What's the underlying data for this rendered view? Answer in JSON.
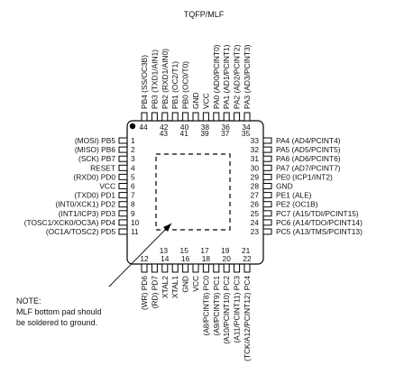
{
  "package": "TQFP/MLF",
  "note": {
    "lines": [
      "NOTE:",
      "MLF bottom pad should",
      "be soldered to ground."
    ]
  },
  "pins": {
    "left": [
      {
        "num": "1",
        "name": "PB5",
        "alt": "(MOSI)"
      },
      {
        "num": "2",
        "name": "PB6",
        "alt": "(MISO)"
      },
      {
        "num": "3",
        "name": "PB7",
        "alt": "(SCK)",
        "overline": false
      },
      {
        "num": "4",
        "name": "RESET",
        "alt": ""
      },
      {
        "num": "5",
        "name": "PD0",
        "alt": "(RXD0)"
      },
      {
        "num": "6",
        "name": "VCC",
        "alt": ""
      },
      {
        "num": "7",
        "name": "PD1",
        "alt": "(TXD0)"
      },
      {
        "num": "8",
        "name": "PD2",
        "alt": "(INT0/XCK1)"
      },
      {
        "num": "9",
        "name": "PD3",
        "alt": "(INT1/ICP3)"
      },
      {
        "num": "10",
        "name": "PD4",
        "alt": "(TOSC1/XCK0/OC3A)"
      },
      {
        "num": "11",
        "name": "PD5",
        "alt": "(OC1A/TOSC2)"
      }
    ],
    "right": [
      {
        "num": "33",
        "name": "PA4",
        "alt": "(AD4/PCINT4)"
      },
      {
        "num": "32",
        "name": "PA5",
        "alt": "(AD5/PCINT5)"
      },
      {
        "num": "31",
        "name": "PA6",
        "alt": "(AD6/PCINT6)"
      },
      {
        "num": "30",
        "name": "PA7",
        "alt": "(AD7/PCINT7)"
      },
      {
        "num": "29",
        "name": "PE0",
        "alt": "(ICP1/INT2)"
      },
      {
        "num": "28",
        "name": "GND",
        "alt": ""
      },
      {
        "num": "27",
        "name": "PE1",
        "alt": "(ALE)"
      },
      {
        "num": "26",
        "name": "PE2",
        "alt": "(OC1B)"
      },
      {
        "num": "25",
        "name": "PC7",
        "alt": "(A15/TDI/PCINT15)"
      },
      {
        "num": "24",
        "name": "PC6",
        "alt": "(A14/TDO/PCINT14)"
      },
      {
        "num": "23",
        "name": "PC5",
        "alt": "(A13/TMS/PCINT13)"
      }
    ],
    "top": [
      {
        "num": "44",
        "name": "PB4",
        "alt": "(SS/OC3B)"
      },
      {
        "num": "43",
        "name": "PB3",
        "alt": "(TXD1/AIN1)"
      },
      {
        "num": "42",
        "name": "PB2",
        "alt": "(RXD1/AIN0)"
      },
      {
        "num": "41",
        "name": "PB1",
        "alt": "(OC2/T1)"
      },
      {
        "num": "40",
        "name": "PB0",
        "alt": "(OC0/T0)"
      },
      {
        "num": "39",
        "name": "GND",
        "alt": ""
      },
      {
        "num": "38",
        "name": "VCC",
        "alt": ""
      },
      {
        "num": "37",
        "name": "PA0",
        "alt": "(AD0/PCINT0)"
      },
      {
        "num": "36",
        "name": "PA1",
        "alt": "(AD1/PCINT1)"
      },
      {
        "num": "35",
        "name": "PA2",
        "alt": "(AD2/PCINT2)"
      },
      {
        "num": "34",
        "name": "PA3",
        "alt": "(AD3/PCINT3)"
      }
    ],
    "bottom": [
      {
        "num": "12",
        "name": "PD6",
        "alt": "(WR)"
      },
      {
        "num": "13",
        "name": "PD7",
        "alt": "(RD)"
      },
      {
        "num": "14",
        "name": "XTAL2",
        "alt": ""
      },
      {
        "num": "15",
        "name": "XTAL1",
        "alt": ""
      },
      {
        "num": "16",
        "name": "GND",
        "alt": ""
      },
      {
        "num": "17",
        "name": "VCC",
        "alt": ""
      },
      {
        "num": "18",
        "name": "PC0",
        "alt": "(A8/PCINT8)"
      },
      {
        "num": "19",
        "name": "PC1",
        "alt": "(A9/PCINT9)"
      },
      {
        "num": "20",
        "name": "PC2",
        "alt": "(A10/PCINT10)"
      },
      {
        "num": "21",
        "name": "PC3",
        "alt": "(A11/PCINT11)"
      },
      {
        "num": "22",
        "name": "PC4",
        "alt": "(TCK/A12/PCINT12)"
      }
    ]
  }
}
